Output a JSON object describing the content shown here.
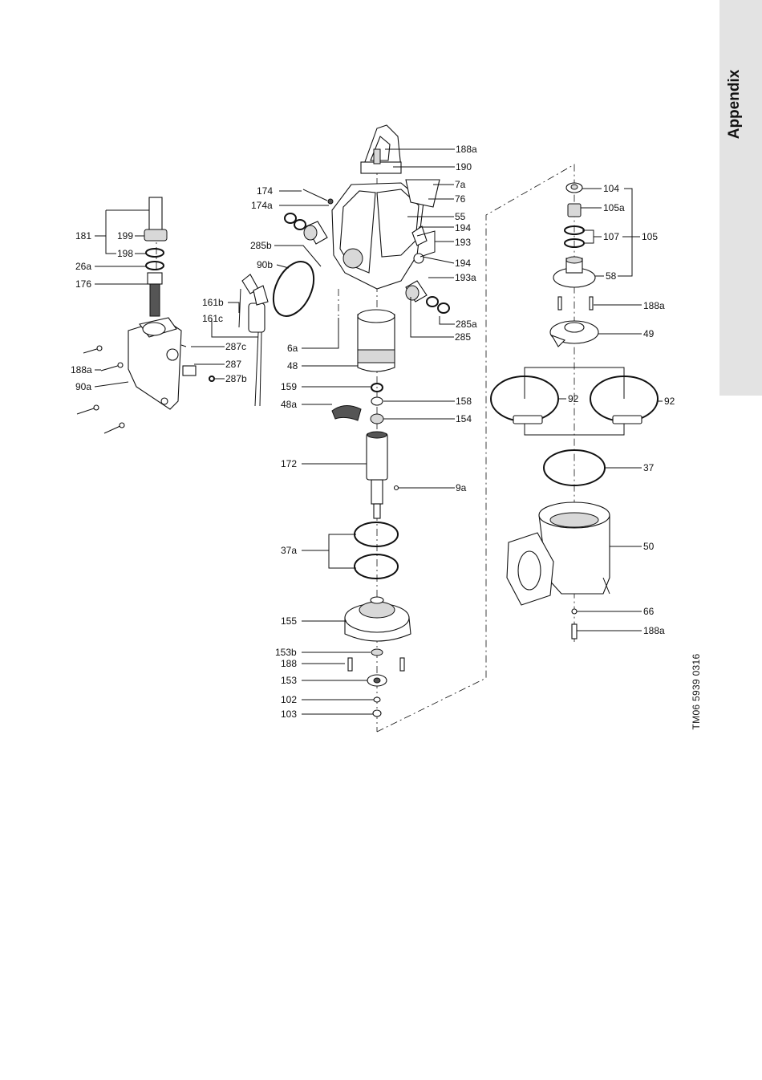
{
  "side_tab": {
    "label": "Appendix"
  },
  "drawing_code": "TM06 5939 0316",
  "parts": {
    "p188a_top": "188a",
    "p190": "190",
    "p7a": "7a",
    "p76": "76",
    "p55": "55",
    "p174": "174",
    "p174a": "174a",
    "p194_top": "194",
    "p193": "193",
    "p194_bot": "194",
    "p193a": "193a",
    "p285b": "285b",
    "p90b": "90b",
    "p285a": "285a",
    "p285": "285",
    "p161b": "161b",
    "p161c": "161c",
    "p6a": "6a",
    "p48": "48",
    "p287c": "287c",
    "p287": "287",
    "p287b": "287b",
    "p181": "181",
    "p199": "199",
    "p198": "198",
    "p26a": "26a",
    "p176": "176",
    "p188a_left": "188a",
    "p90a": "90a",
    "p159": "159",
    "p158": "158",
    "p48a": "48a",
    "p154": "154",
    "p172": "172",
    "p9a": "9a",
    "p37a": "37a",
    "p155": "155",
    "p153b": "153b",
    "p188": "188",
    "p153": "153",
    "p102": "102",
    "p103": "103",
    "p104": "104",
    "p105a": "105a",
    "p107": "107",
    "p105": "105",
    "p58": "58",
    "p188a_r1": "188a",
    "p49": "49",
    "p92_l": "92",
    "p92_r": "92",
    "p37": "37",
    "p50": "50",
    "p66": "66",
    "p188a_r2": "188a"
  }
}
